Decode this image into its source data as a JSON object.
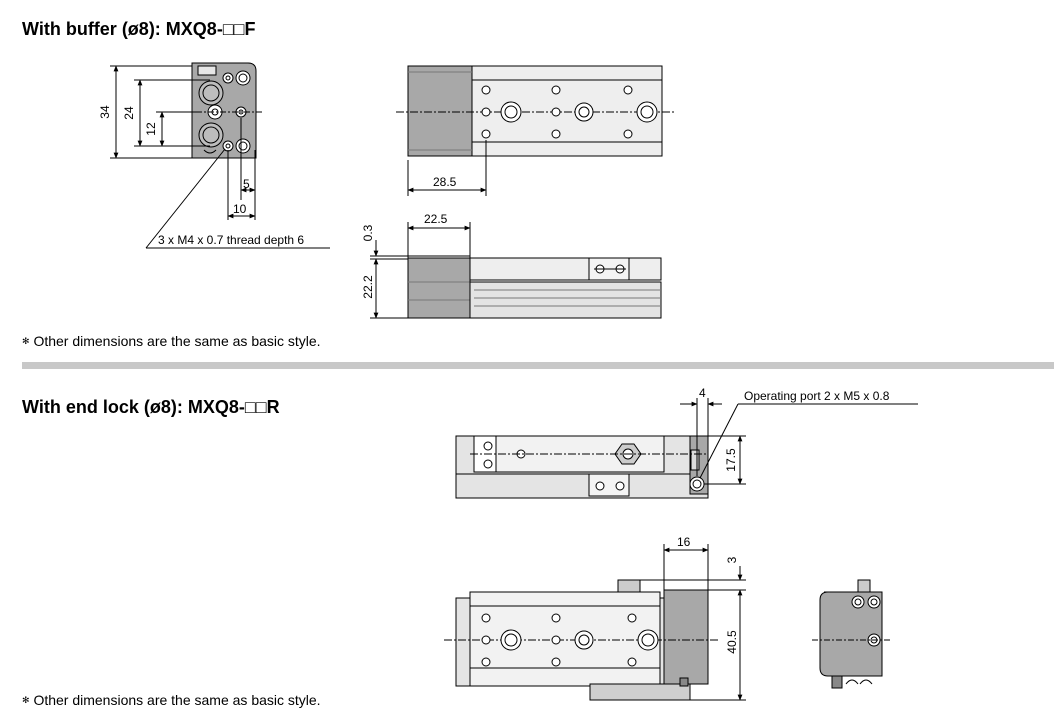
{
  "section_buffer": {
    "title": "With buffer (ø8): MXQ8-□□F",
    "note": "Other dimensions are the same as basic style.",
    "dims": {
      "height_34": "34",
      "height_24": "24",
      "height_12": "12",
      "width_5": "5",
      "width_10": "10",
      "thread_callout": "3 x M4 x 0.7 thread depth 6",
      "length_28_5": "28.5",
      "length_22_5": "22.5",
      "height_0_3": "0.3",
      "height_22_2": "22.2"
    }
  },
  "section_endlock": {
    "title": "With end lock (ø8): MXQ8-□□R",
    "note": "Other dimensions are the same as basic style.",
    "dims": {
      "width_4": "4",
      "port_callout": "Operating port 2 x M5 x 0.8",
      "height_17_5": "17.5",
      "width_16": "16",
      "height_3": "3",
      "height_40_5": "40.5"
    }
  },
  "colors": {
    "block_gray": "#a8a8a8",
    "body_light": "#e4e4e4",
    "divider": "#c8c8c8"
  }
}
